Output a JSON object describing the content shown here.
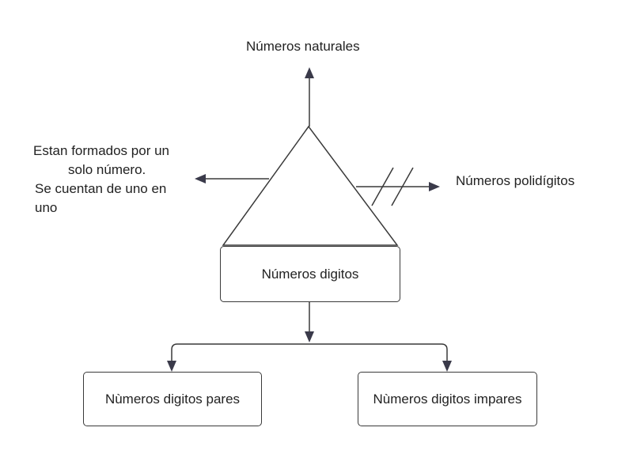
{
  "labels": {
    "top": "Números naturales",
    "left_lines": [
      "Estan formados por un",
      "solo número.",
      "Se cuentan de uno en",
      "uno"
    ],
    "right": "Números polidígitos"
  },
  "boxes": {
    "center": "Números digitos",
    "left": "Nùmeros digitos pares",
    "right": "Nùmeros digitos impares"
  },
  "colors": {
    "line": "#3a3a3a",
    "arrow_head": "#3a3a4a",
    "text": "#222222",
    "background": "#ffffff"
  }
}
